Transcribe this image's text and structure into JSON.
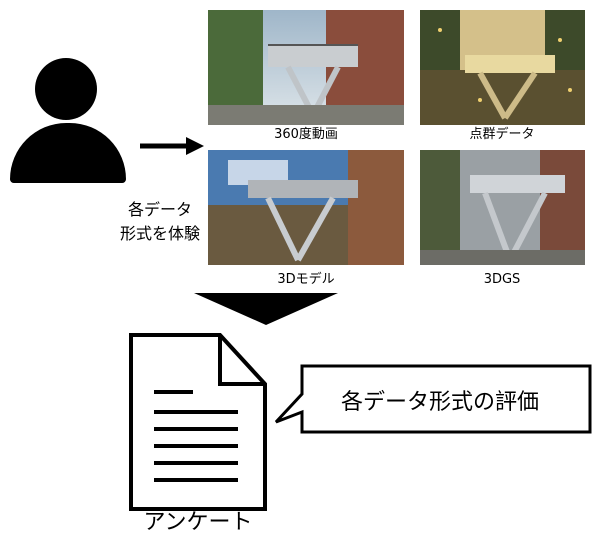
{
  "user_caption": [
    "各データ",
    "形式を体験"
  ],
  "images": [
    {
      "label": "360度動画",
      "style": "360-video"
    },
    {
      "label": "点群データ",
      "style": "point-cloud"
    },
    {
      "label": "3Dモデル",
      "style": "3d-model"
    },
    {
      "label": "3DGS",
      "style": "3dgs"
    }
  ],
  "evaluation_bubble": "各データ形式の評価",
  "document_label": "アンケート",
  "colors": {
    "line": "#000000",
    "background": "#ffffff"
  }
}
